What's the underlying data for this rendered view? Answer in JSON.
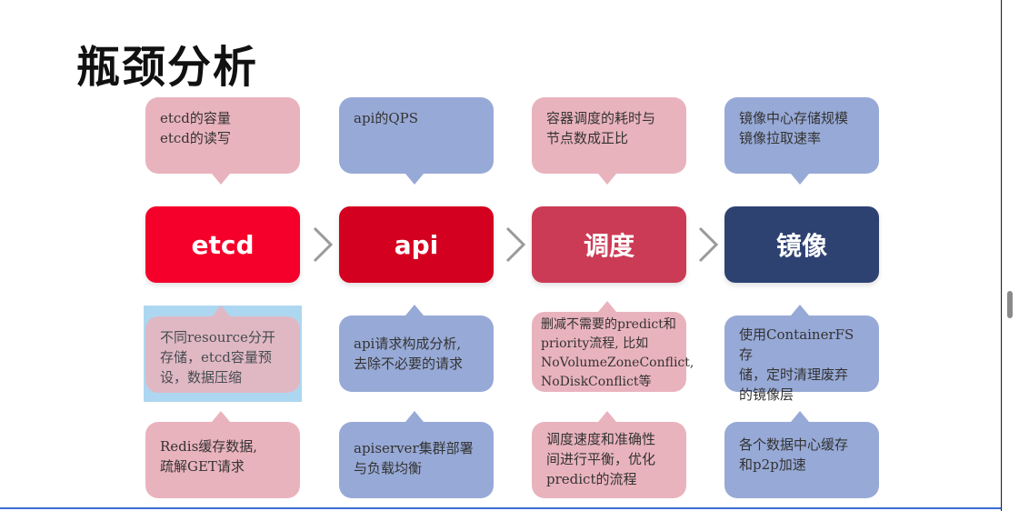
{
  "title": "瓶颈分析",
  "stages": [
    {
      "label": "etcd",
      "color": "#f5002a"
    },
    {
      "label": "api",
      "color": "#d4001f"
    },
    {
      "label": "调度",
      "color": "#cc3b55"
    },
    {
      "label": "镜像",
      "color": "#2e4272"
    }
  ],
  "top_notes": [
    {
      "lines": [
        "etcd的容量",
        "etcd的读写"
      ]
    },
    {
      "lines": [
        "api的QPS"
      ]
    },
    {
      "lines": [
        "容器调度的耗时与",
        "节点数成正比"
      ]
    },
    {
      "lines": [
        "镜像中心存储规模",
        "镜像拉取速率"
      ]
    }
  ],
  "mid_notes": [
    {
      "lines": [
        "不同resource分开",
        "存储，etcd容量预",
        "设，数据压缩"
      ]
    },
    {
      "lines": [
        "api请求构成分析,",
        "去除不必要的请求"
      ]
    },
    {
      "lines": [
        "删减不需要的predict和",
        "priority流程, 比如",
        "NoVolumeZoneConflict,",
        "NoDiskConflict等"
      ]
    },
    {
      "lines": [
        "使用ContainerFS存",
        "储，定时清理废弃",
        "的镜像层"
      ]
    }
  ],
  "bottom_notes": [
    {
      "lines": [
        "Redis缓存数据,",
        "疏解GET请求"
      ]
    },
    {
      "lines": [
        "apiserver集群部署",
        "与负载均衡"
      ]
    },
    {
      "lines": [
        "调度速度和准确性",
        "间进行平衡，优化",
        "predict的流程"
      ]
    },
    {
      "lines": [
        "各个数据中心缓存",
        "和p2p加速"
      ]
    }
  ]
}
